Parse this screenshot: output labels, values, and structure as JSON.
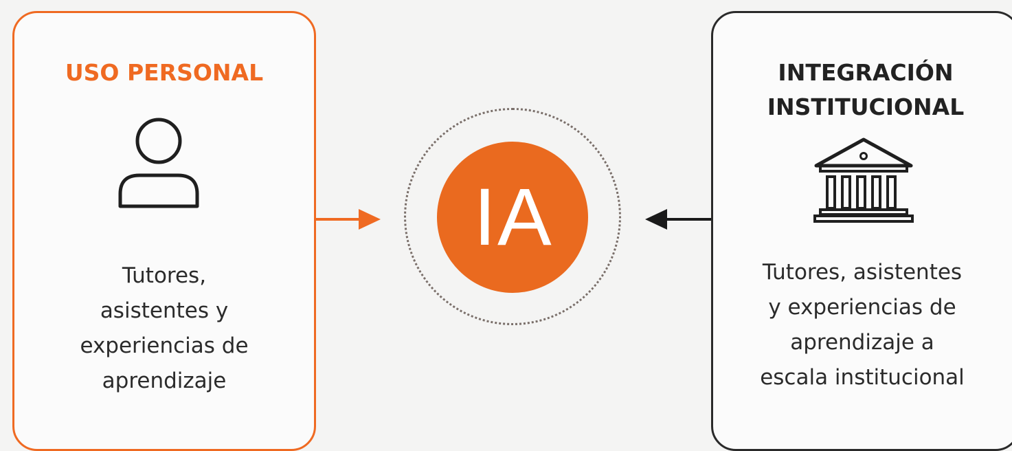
{
  "personal": {
    "title": "USO PERSONAL",
    "icon": "person-icon",
    "description_lines": [
      "Tutores,",
      "asistentes y",
      "experiencias de",
      "aprendizaje"
    ]
  },
  "institutional": {
    "title_lines": [
      "INTEGRACIÓN",
      "INSTITUCIONAL"
    ],
    "icon": "institution-building-icon",
    "description_lines": [
      "Tutores, asistentes",
      "y experiencias de",
      "aprendizaje a",
      "escala institucional"
    ]
  },
  "hub": {
    "label": "IA"
  },
  "colors": {
    "accent": "#ea6a1f",
    "dark": "#2a2a2a",
    "background": "#f4f4f3"
  }
}
